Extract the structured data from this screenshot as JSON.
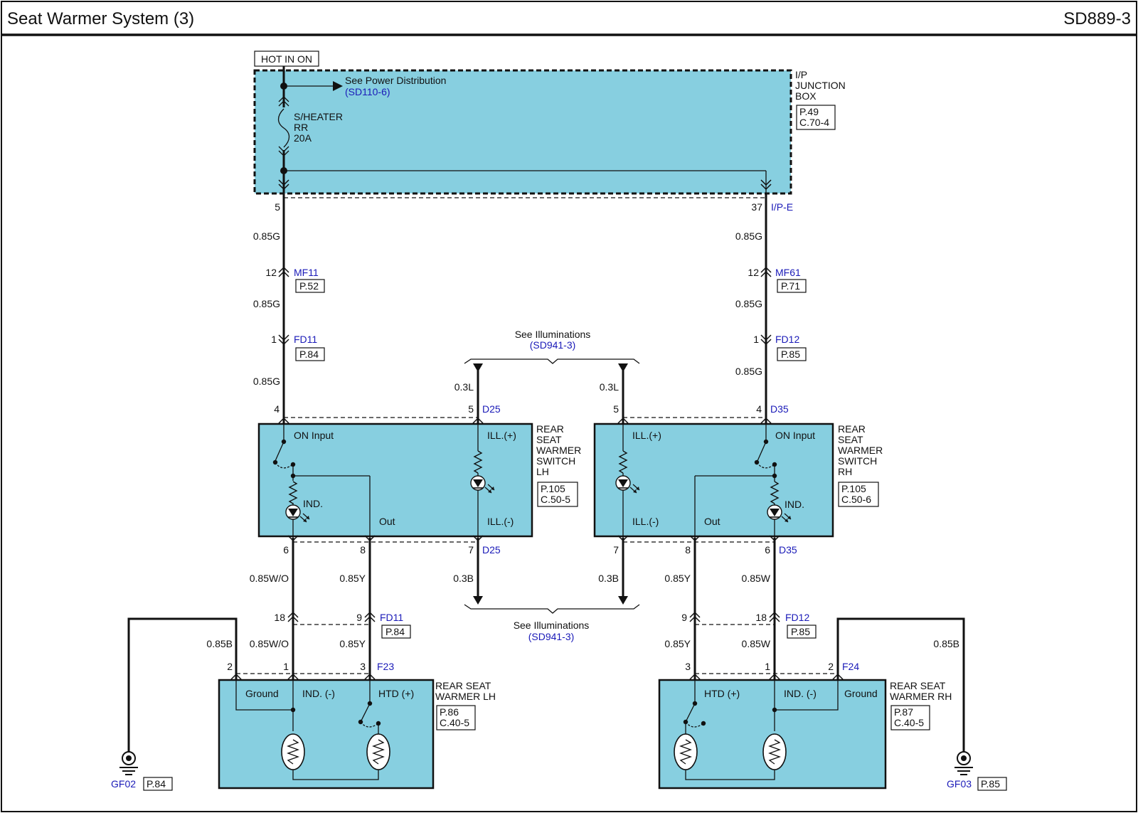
{
  "header": {
    "title": "Seat Warmer System (3)",
    "code": "SD889-3"
  },
  "power": {
    "hot_label": "HOT IN ON",
    "see_text": "See Power Distribution",
    "see_ref": "(SD110-6)",
    "fuse_name": "S/HEATER",
    "fuse_sub": "RR",
    "fuse_rating": "20A",
    "jbox_name": [
      "I/P",
      "JUNCTION",
      "BOX"
    ],
    "jbox_page": "P.49",
    "jbox_conn": "C.70-4",
    "pin_left": "5",
    "pin_right": "37",
    "conn_right": "I/P-E"
  },
  "wires": {
    "g": "0.85G",
    "l": "0.3L",
    "b03": "0.3B",
    "wo": "0.85W/O",
    "y": "0.85Y",
    "w": "0.85W",
    "b": "0.85B"
  },
  "connectors": {
    "mf11": {
      "pin": "12",
      "name": "MF11",
      "page": "P.52"
    },
    "mf61": {
      "pin": "12",
      "name": "MF61",
      "page": "P.71"
    },
    "fd11_top": {
      "pin": "1",
      "name": "FD11",
      "page": "P.84"
    },
    "fd12_top": {
      "pin": "1",
      "name": "FD12",
      "page": "P.85"
    },
    "fd11_bot": {
      "pin_a": "18",
      "pin_b": "9",
      "name": "FD11",
      "page": "P.84"
    },
    "fd12_bot": {
      "pin_a": "9",
      "pin_b": "18",
      "name": "FD12",
      "page": "P.85"
    }
  },
  "illum": {
    "see_text": "See Illuminations",
    "ref": "(SD941-3)"
  },
  "switch_lh": {
    "name": [
      "REAR",
      "SEAT",
      "WARMER",
      "SWITCH",
      "LH"
    ],
    "page": "P.105",
    "conn": "C.50-5",
    "connector": "D25",
    "pins": {
      "on": "4",
      "ill_plus": "5",
      "ind": "6",
      "out": "8",
      "ill_minus": "7"
    },
    "labels": {
      "on": "ON Input",
      "ind": "IND.",
      "out": "Out",
      "ill_plus": "ILL.(+)",
      "ill_minus": "ILL.(-)"
    }
  },
  "switch_rh": {
    "name": [
      "REAR",
      "SEAT",
      "WARMER",
      "SWITCH",
      "RH"
    ],
    "page": "P.105",
    "conn": "C.50-6",
    "connector": "D35",
    "pins": {
      "on": "4",
      "ill_plus": "5",
      "ind": "6",
      "out": "8",
      "ill_minus": "7"
    },
    "labels": {
      "on": "ON Input",
      "ind": "IND.",
      "out": "Out",
      "ill_plus": "ILL.(+)",
      "ill_minus": "ILL.(-)"
    }
  },
  "warmer_lh": {
    "name": [
      "REAR SEAT",
      "WARMER LH"
    ],
    "page": "P.86",
    "conn": "C.40-5",
    "connector": "F23",
    "pins": {
      "ground": "2",
      "ind": "1",
      "htd": "3"
    },
    "labels": {
      "ground": "Ground",
      "ind": "IND. (-)",
      "htd": "HTD (+)"
    }
  },
  "warmer_rh": {
    "name": [
      "REAR SEAT",
      "WARMER RH"
    ],
    "page": "P.87",
    "conn": "C.40-5",
    "connector": "F24",
    "pins": {
      "htd": "3",
      "ind": "1",
      "ground": "2"
    },
    "labels": {
      "htd": "HTD (+)",
      "ind": "IND. (-)",
      "ground": "Ground"
    }
  },
  "grounds": {
    "lh": {
      "name": "GF02",
      "page": "P.84"
    },
    "rh": {
      "name": "GF03",
      "page": "P.85"
    }
  }
}
